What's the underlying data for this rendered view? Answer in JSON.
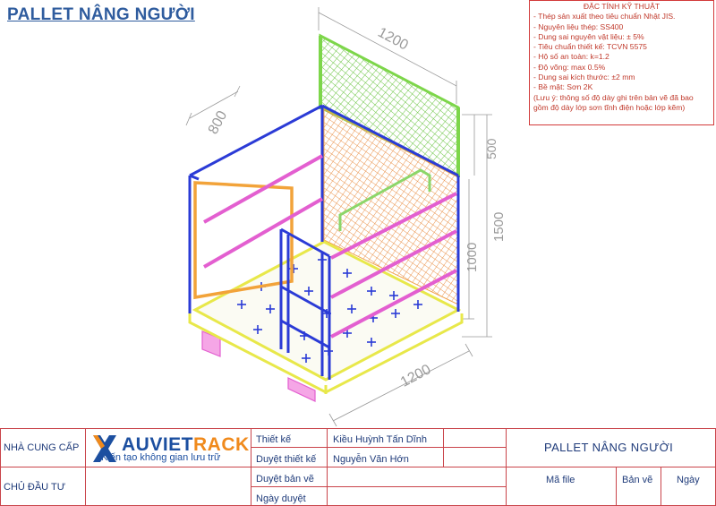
{
  "title": "PALLET NÂNG NGƯỜI",
  "spec": {
    "heading": "ĐẶC TÍNH KỸ THUẬT",
    "lines": [
      "- Thép sản xuất theo tiêu chuẩn Nhật JIS.",
      "- Nguyên liệu thép: SS400",
      "- Dung sai nguyên vật liệu: ± 5%",
      "- Tiêu chuẩn thiết kế: TCVN 5575",
      "- Hộ số an toàn: k=1.2",
      "- Độ võng: max 0.5%",
      "- Dung sai kích thước: ±2 mm",
      "- Bề mặt: Sơn 2K"
    ],
    "note": "(Lưu ý: thông số độ dày ghi trên bản vẽ đã bao gồm độ dày lớp sơn tĩnh điện hoặc lớp kẽm)"
  },
  "dimensions": {
    "top_width": "1200",
    "left_depth": "800",
    "back_panel": "500",
    "total_height": "1500",
    "cage_height": "1000",
    "bottom_width": "1200"
  },
  "title_block": {
    "supplier_label": "NHÀ CUNG CẤP",
    "owner_label": "CHỦ ĐẦU TƯ",
    "logo_part1": "AUVIET",
    "logo_part2": "RACK",
    "logo_tagline": "Kiến tạo không gian lưu trữ",
    "rows": [
      {
        "label": "Thiết kế",
        "value": "Kiều Huỳnh Tấn Dĩnh"
      },
      {
        "label": "Duyệt thiết kế",
        "value": "Nguyễn Văn Hớn"
      },
      {
        "label": "Duyệt bản vẽ",
        "value": ""
      },
      {
        "label": "Ngày duyệt",
        "value": ""
      }
    ],
    "project_name": "PALLET NÂNG NGƯỜI",
    "file_label": "Mã file",
    "sheet_label": "Bản vẽ",
    "date_label": "Ngày"
  },
  "colors": {
    "frame_blue": "#2b3bd6",
    "mesh_orange": "#f0a24a",
    "frame_orange": "#f2a33a",
    "mesh_green": "#7dd64a",
    "rail_pink": "#e35fd0",
    "base_yellow": "#e8e84a",
    "title_blue": "#2f5c9e",
    "spec_red": "#c0392b",
    "grid_red": "#c9444a"
  }
}
